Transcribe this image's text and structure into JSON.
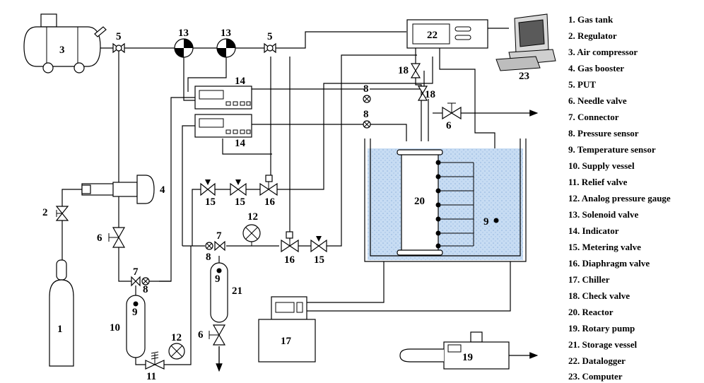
{
  "legend": {
    "items": [
      "1. Gas tank",
      "2. Regulator",
      "3. Air compressor",
      "4. Gas booster",
      "5. PUT",
      "6. Needle valve",
      "7. Connector",
      "8. Pressure sensor",
      "9. Temperature sensor",
      "10. Supply vessel",
      "11. Relief valve",
      "12. Analog pressure gauge",
      "13. Solenoid valve",
      "14. Indicator",
      "15. Metering valve",
      "16. Diaphragm valve",
      "17. Chiller",
      "18. Check valve",
      "20. Reactor",
      "19. Rotary pump",
      "21. Storage vessel",
      "22. Datalogger",
      "23. Computer"
    ]
  },
  "labels": {
    "gas_tank": "1",
    "regulator": "2",
    "air_compressor": "3",
    "gas_booster": "4",
    "put": "5",
    "needle_valve": "6",
    "connector": "7",
    "pressure_sensor": "8",
    "temperature_sensor": "9",
    "supply_vessel": "10",
    "relief_valve": "11",
    "analog_gauge": "12",
    "solenoid_valve": "13",
    "indicator": "14",
    "metering_valve": "15",
    "diaphragm_valve": "16",
    "chiller": "17",
    "check_valve": "18",
    "rotary_pump": "19",
    "reactor": "20",
    "storage_vessel": "21",
    "datalogger": "22",
    "computer": "23"
  },
  "colors": {
    "water_bath": "#c7dcf3",
    "water_dots": "#8fb2dc",
    "line": "#000000"
  }
}
